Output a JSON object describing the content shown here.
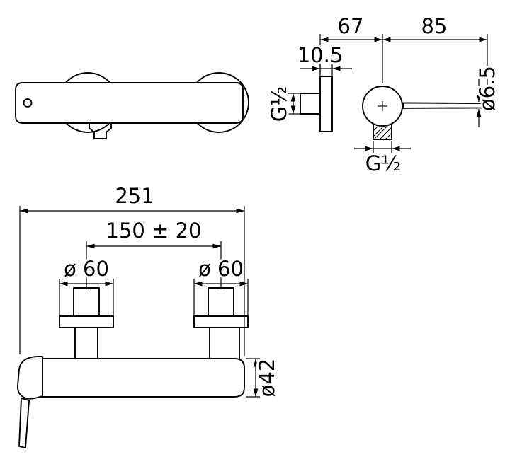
{
  "colors": {
    "line": "#000000",
    "background": "#ffffff"
  },
  "side_view": {
    "dim_wall_to_body_center": "67",
    "dim_body_center_to_handle_end": "85",
    "dim_plate_offset": "10.5",
    "inlet_thread_label": "G½",
    "handle_diameter_label": "ø6.5",
    "outlet_thread_label": "G½"
  },
  "front_view": {
    "dim_overall_length": "251",
    "dim_center_distance": "150 ± 20",
    "dim_left_flange_diameter": "ø 60",
    "dim_right_flange_diameter": "ø 60",
    "dim_body_diameter": "ø42"
  }
}
